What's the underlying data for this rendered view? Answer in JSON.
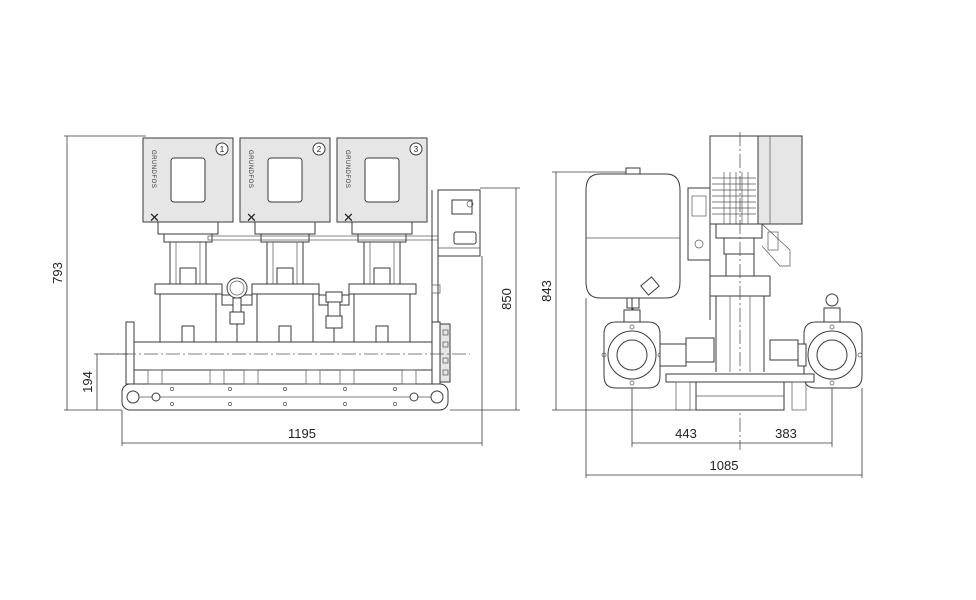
{
  "dimensions": {
    "height_total": "793",
    "height_manifold": "194",
    "width_front": "1195",
    "height_front_right": "850",
    "height_side": "843",
    "side_left_offset": "443",
    "side_right_offset": "383",
    "width_side": "1085"
  },
  "pumps": [
    {
      "number": "1",
      "brand": "GRUNDFOS"
    },
    {
      "number": "2",
      "brand": "GRUNDFOS"
    },
    {
      "number": "3",
      "brand": "GRUNDFOS"
    }
  ],
  "colors": {
    "line": "#3a3a3a",
    "fill_light": "#e6e6e6",
    "background": "#ffffff"
  }
}
